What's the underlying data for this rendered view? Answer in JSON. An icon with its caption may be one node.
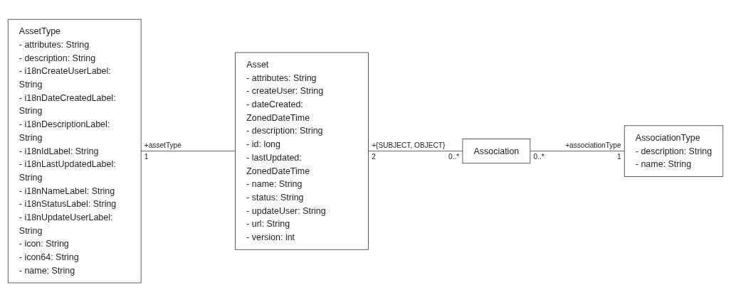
{
  "diagram": {
    "nodes": [
      {
        "text": [
          "AssetType",
          "- attributes: String",
          "- description: String",
          "- i18nCreateUserLabel: String",
          "- i18nDateCreatedLabel: String",
          "- i18nDescriptionLabel: String",
          "- i18nIdLabel: String",
          "- i18nLastUpdatedLabel: String",
          "- i18nNameLabel: String",
          "- i18nStatusLabel: String",
          "- i18nUpdateUserLabel: String",
          "- icon: String",
          "- icon64: String",
          "- name: String"
        ]
      },
      {
        "text": [
          "Asset",
          "- attributes: String",
          "- createUser: String",
          "- dateCreated: ZonedDateTime",
          "- description: String",
          "- id: long",
          "- lastUpdated: ZonedDateTime",
          "- name: String",
          "- status: String",
          "- updateUser: String",
          "- url: String",
          "- version: int"
        ]
      },
      {
        "text": [
          "Association"
        ]
      },
      {
        "text": [
          "AssociationType",
          "- description: String",
          "- name: String"
        ]
      }
    ],
    "edges": [
      {
        "from": 0,
        "to": 1,
        "arrow": "none"
      },
      {
        "from": 1,
        "to": 2,
        "arrow": "none"
      },
      {
        "from": 2,
        "to": 3,
        "arrow": "none"
      }
    ],
    "labels": [
      "+assetType",
      "1",
      "+{SUBJECT, OBJECT}",
      "2",
      "0..*",
      "0..*",
      "+associationType",
      "1"
    ]
  }
}
